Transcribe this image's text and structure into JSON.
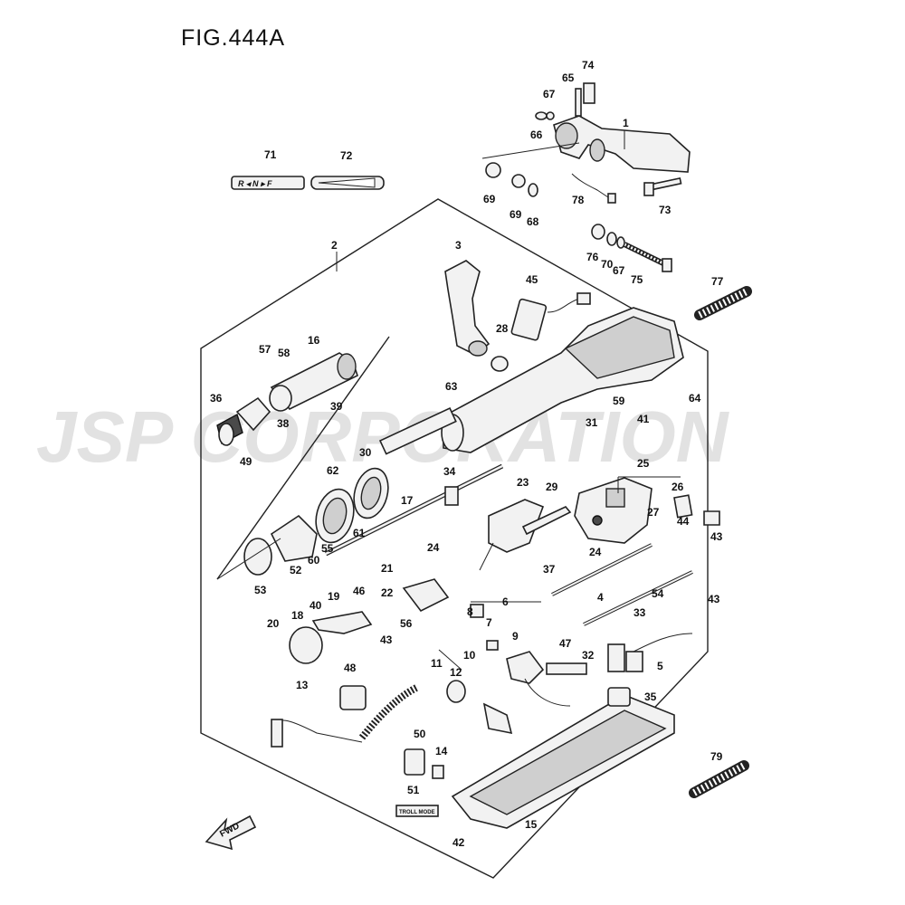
{
  "figure": {
    "title": "FIG.444A",
    "watermark": "JSP CORPORATION",
    "shift_decal": "R ◂ N ▸ F",
    "forward_label": "FWD",
    "troll_mode_label": "TROLL MODE",
    "colors": {
      "line": "#222222",
      "part_fill": "#f2f2f2",
      "watermark": "#d9d9d9"
    }
  },
  "labels": [
    {
      "id": "l1",
      "text": "1"
    },
    {
      "id": "l2",
      "text": "2"
    },
    {
      "id": "l3",
      "text": "3"
    },
    {
      "id": "l4",
      "text": "4"
    },
    {
      "id": "l5",
      "text": "5"
    },
    {
      "id": "l6",
      "text": "6"
    },
    {
      "id": "l7",
      "text": "7"
    },
    {
      "id": "l8",
      "text": "8"
    },
    {
      "id": "l9",
      "text": "9"
    },
    {
      "id": "l10",
      "text": "10"
    },
    {
      "id": "l11",
      "text": "11"
    },
    {
      "id": "l12",
      "text": "12"
    },
    {
      "id": "l13",
      "text": "13"
    },
    {
      "id": "l14",
      "text": "14"
    },
    {
      "id": "l15",
      "text": "15"
    },
    {
      "id": "l16",
      "text": "16"
    },
    {
      "id": "l17",
      "text": "17"
    },
    {
      "id": "l18",
      "text": "18"
    },
    {
      "id": "l19",
      "text": "19"
    },
    {
      "id": "l20",
      "text": "20"
    },
    {
      "id": "l21",
      "text": "21"
    },
    {
      "id": "l22",
      "text": "22"
    },
    {
      "id": "l23",
      "text": "23"
    },
    {
      "id": "l24a",
      "text": "24"
    },
    {
      "id": "l24b",
      "text": "24"
    },
    {
      "id": "l25",
      "text": "25"
    },
    {
      "id": "l26",
      "text": "26"
    },
    {
      "id": "l27",
      "text": "27"
    },
    {
      "id": "l28",
      "text": "28"
    },
    {
      "id": "l29",
      "text": "29"
    },
    {
      "id": "l30",
      "text": "30"
    },
    {
      "id": "l31",
      "text": "31"
    },
    {
      "id": "l32",
      "text": "32"
    },
    {
      "id": "l33",
      "text": "33"
    },
    {
      "id": "l34",
      "text": "34"
    },
    {
      "id": "l35",
      "text": "35"
    },
    {
      "id": "l36",
      "text": "36"
    },
    {
      "id": "l37",
      "text": "37"
    },
    {
      "id": "l38",
      "text": "38"
    },
    {
      "id": "l39",
      "text": "39"
    },
    {
      "id": "l40",
      "text": "40"
    },
    {
      "id": "l41",
      "text": "41"
    },
    {
      "id": "l42",
      "text": "42"
    },
    {
      "id": "l43a",
      "text": "43"
    },
    {
      "id": "l43b",
      "text": "43"
    },
    {
      "id": "l43c",
      "text": "43"
    },
    {
      "id": "l44",
      "text": "44"
    },
    {
      "id": "l45",
      "text": "45"
    },
    {
      "id": "l46",
      "text": "46"
    },
    {
      "id": "l47",
      "text": "47"
    },
    {
      "id": "l48",
      "text": "48"
    },
    {
      "id": "l49",
      "text": "49"
    },
    {
      "id": "l50",
      "text": "50"
    },
    {
      "id": "l51",
      "text": "51"
    },
    {
      "id": "l52",
      "text": "52"
    },
    {
      "id": "l53",
      "text": "53"
    },
    {
      "id": "l54",
      "text": "54"
    },
    {
      "id": "l55",
      "text": "55"
    },
    {
      "id": "l56",
      "text": "56"
    },
    {
      "id": "l57",
      "text": "57"
    },
    {
      "id": "l58",
      "text": "58"
    },
    {
      "id": "l59",
      "text": "59"
    },
    {
      "id": "l60",
      "text": "60"
    },
    {
      "id": "l61",
      "text": "61"
    },
    {
      "id": "l62",
      "text": "62"
    },
    {
      "id": "l63",
      "text": "63"
    },
    {
      "id": "l64",
      "text": "64"
    },
    {
      "id": "l65",
      "text": "65"
    },
    {
      "id": "l66",
      "text": "66"
    },
    {
      "id": "l67a",
      "text": "67"
    },
    {
      "id": "l67b",
      "text": "67"
    },
    {
      "id": "l68",
      "text": "68"
    },
    {
      "id": "l69a",
      "text": "69"
    },
    {
      "id": "l69b",
      "text": "69"
    },
    {
      "id": "l70",
      "text": "70"
    },
    {
      "id": "l71",
      "text": "71"
    },
    {
      "id": "l72",
      "text": "72"
    },
    {
      "id": "l73",
      "text": "73"
    },
    {
      "id": "l74",
      "text": "74"
    },
    {
      "id": "l75",
      "text": "75"
    },
    {
      "id": "l76",
      "text": "76"
    },
    {
      "id": "l77",
      "text": "77"
    },
    {
      "id": "l78",
      "text": "78"
    },
    {
      "id": "l79",
      "text": "79"
    }
  ]
}
